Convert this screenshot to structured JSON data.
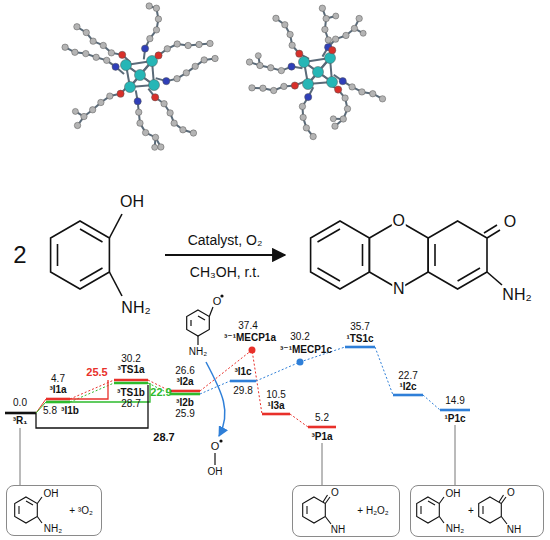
{
  "diagram": {
    "nodes": [
      {
        "text": [
          "OH",
          "NH₂",
          "+ ³O₂"
        ]
      },
      {
        "text": [
          "O",
          "NH",
          "+ H₂O₂"
        ]
      },
      {
        "text": [
          "OH",
          "NH₂",
          "+",
          "O",
          "NH"
        ]
      }
    ],
    "labels": [
      "2",
      "OH",
      "NH₂",
      "Catalyst, O₂",
      "CH₃OH, r.t.",
      "O",
      "O",
      "N",
      "NH₂",
      "0.0",
      "³R₁",
      "4.7",
      "³I1a",
      "5.8",
      "³I1b",
      "25.5",
      "30.2",
      "³TS1a",
      "³TS1b",
      "28.7",
      "22.9",
      "28.7",
      "26.6",
      "³I2a",
      "³I2b",
      "25.9",
      "O",
      "NH₂",
      "37.4",
      "³⁻¹MECP1a",
      "³I1c",
      "29.8",
      "30.2",
      "³⁻¹MECP1c",
      "10.5",
      "¹I3a",
      "5.2",
      "³P1a",
      "35.7",
      "¹TS1c",
      "22.7",
      "¹I2c",
      "14.9",
      "¹P1c",
      "O",
      "OH"
    ]
  }
}
